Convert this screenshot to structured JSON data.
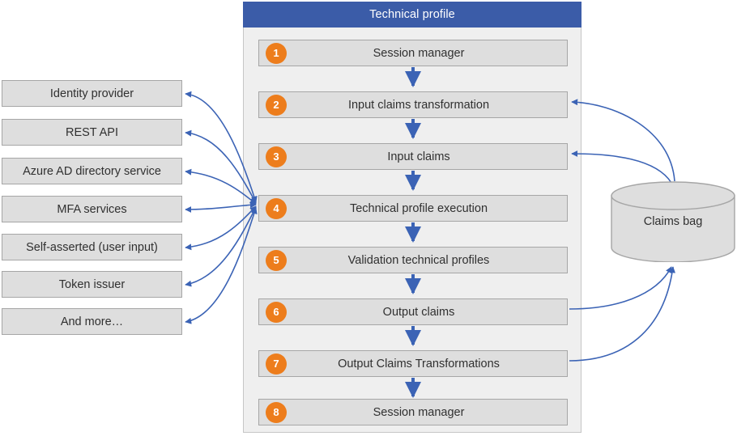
{
  "panel": {
    "title": "Technical profile",
    "steps": [
      {
        "num": "1",
        "label": "Session manager"
      },
      {
        "num": "2",
        "label": "Input claims transformation"
      },
      {
        "num": "3",
        "label": "Input claims"
      },
      {
        "num": "4",
        "label": "Technical profile execution"
      },
      {
        "num": "5",
        "label": "Validation technical profiles"
      },
      {
        "num": "6",
        "label": "Output claims"
      },
      {
        "num": "7",
        "label": "Output Claims Transformations"
      },
      {
        "num": "8",
        "label": "Session manager"
      }
    ]
  },
  "sources": [
    {
      "label": "Identity provider"
    },
    {
      "label": "REST API"
    },
    {
      "label": "Azure AD directory service"
    },
    {
      "label": "MFA services"
    },
    {
      "label": "Self-asserted (user input)"
    },
    {
      "label": "Token issuer"
    },
    {
      "label": "And more…"
    }
  ],
  "store": {
    "label": "Claims bag"
  },
  "colors": {
    "header_blue": "#3B5CA8",
    "panel_background": "#EFEFEF",
    "box_fill": "#DEDEDE",
    "box_border": "#A6A6A6",
    "badge_orange": "#ED7D1C",
    "arrow_blue": "#3B63B5",
    "text": "#303030",
    "header_text": "#FFFFFF"
  }
}
